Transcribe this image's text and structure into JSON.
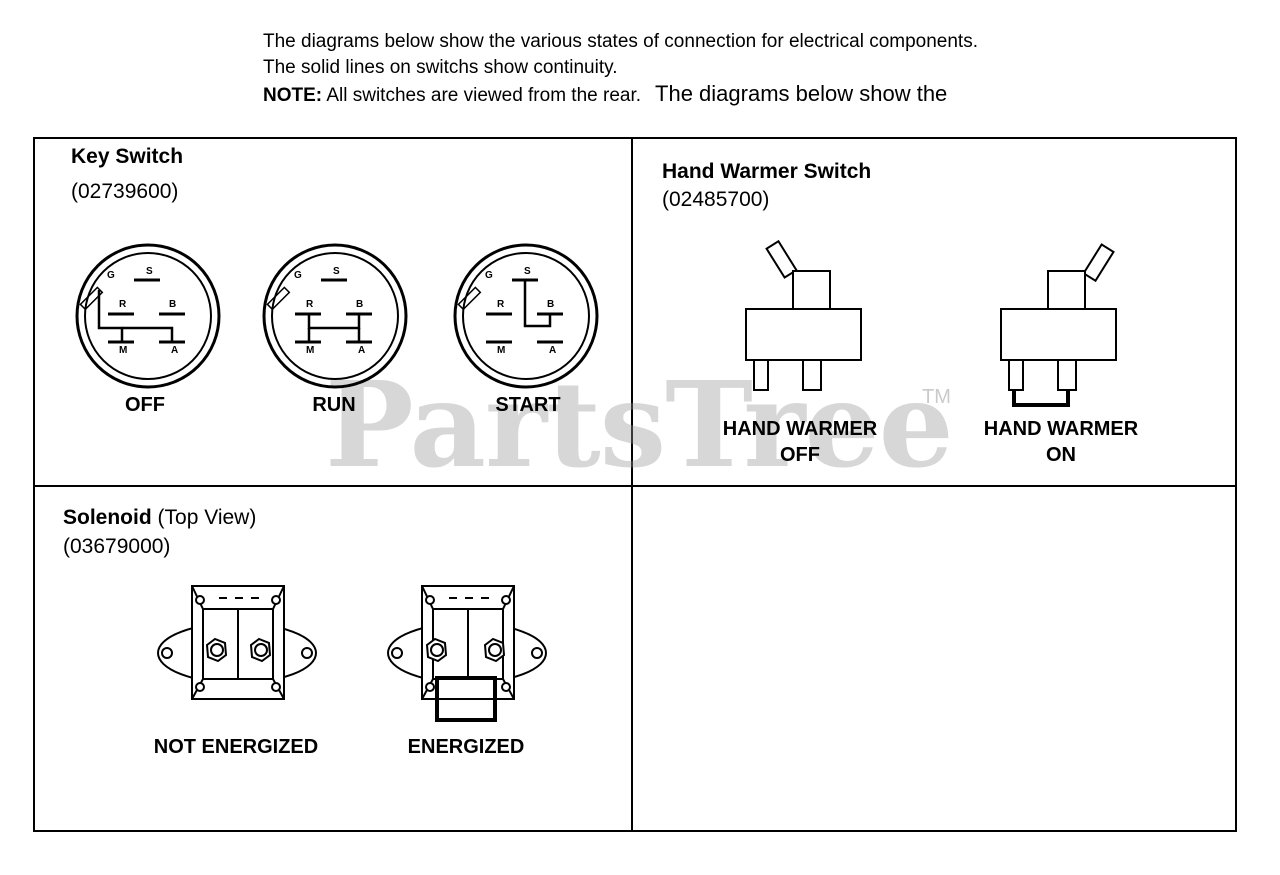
{
  "intro": {
    "line1": "The diagrams below show the various states of connection for electrical components.",
    "line2": "The solid lines on switchs show continuity.",
    "note_label": "NOTE:",
    "note_text": "All switches are viewed from the rear.",
    "trailing": "The diagrams below show the"
  },
  "key_switch": {
    "title": "Key Switch",
    "part_number": "(02739600)",
    "terminal_labels": [
      "G",
      "S",
      "R",
      "B",
      "M",
      "A"
    ],
    "states": [
      "OFF",
      "RUN",
      "START"
    ]
  },
  "hand_warmer": {
    "title": "Hand Warmer Switch",
    "part_number": "(02485700)",
    "states": [
      {
        "line1": "HAND WARMER",
        "line2": "OFF"
      },
      {
        "line1": "HAND WARMER",
        "line2": "ON"
      }
    ]
  },
  "solenoid": {
    "title": "Solenoid",
    "title_suffix": "(Top View)",
    "part_number": "(03679000)",
    "states": [
      "NOT ENERGIZED",
      "ENERGIZED"
    ]
  },
  "watermark": {
    "text": "PartsTree",
    "tm": "TM"
  }
}
